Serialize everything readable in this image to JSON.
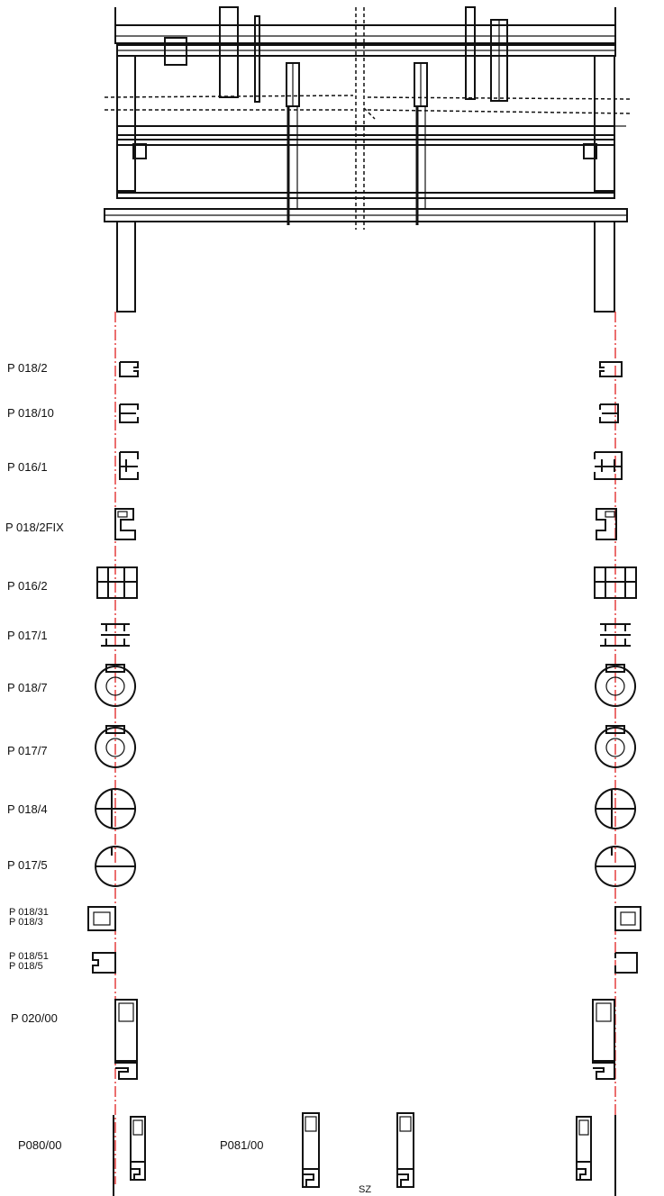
{
  "profiles": [
    {
      "id": "r1",
      "label": "P 018/2"
    },
    {
      "id": "r2",
      "label": "P 018/10"
    },
    {
      "id": "r3",
      "label": "P 016/1"
    },
    {
      "id": "r4",
      "label": "P 018/2FIX"
    },
    {
      "id": "r5",
      "label": "P 016/2"
    },
    {
      "id": "r6",
      "label": "P 017/1"
    },
    {
      "id": "r7",
      "label": "P 018/7"
    },
    {
      "id": "r8",
      "label": "P 017/7"
    },
    {
      "id": "r9",
      "label": "P 018/4"
    },
    {
      "id": "r10",
      "label": "P 017/5"
    },
    {
      "id": "r11a",
      "label": "P 018/31"
    },
    {
      "id": "r11b",
      "label": "P 018/3"
    },
    {
      "id": "r12a",
      "label": "P 018/51"
    },
    {
      "id": "r12b",
      "label": "P 018/5"
    },
    {
      "id": "r13",
      "label": "P 020/00"
    }
  ],
  "bottom": {
    "left_label": "P080/00",
    "mid_label": "P081/00",
    "center_mark": "SZ"
  }
}
